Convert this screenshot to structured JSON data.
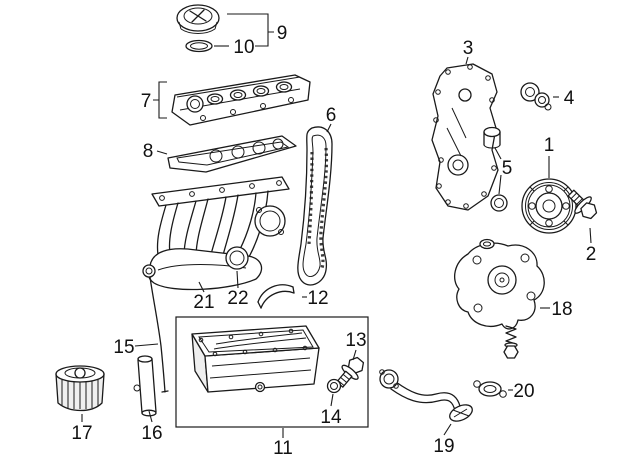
{
  "diagram": {
    "background_color": "#ffffff",
    "line_color": "#1a1a1a",
    "text_color": "#111111",
    "callouts": {
      "1": "1",
      "2": "2",
      "3": "3",
      "4": "4",
      "5": "5",
      "6": "6",
      "7": "7",
      "8": "8",
      "9": "9",
      "10": "10",
      "11": "11",
      "12": "12",
      "13": "13",
      "14": "14",
      "15": "15",
      "16": "16",
      "17": "17",
      "18": "18",
      "19": "19",
      "20": "20",
      "21": "21",
      "22": "22"
    }
  }
}
